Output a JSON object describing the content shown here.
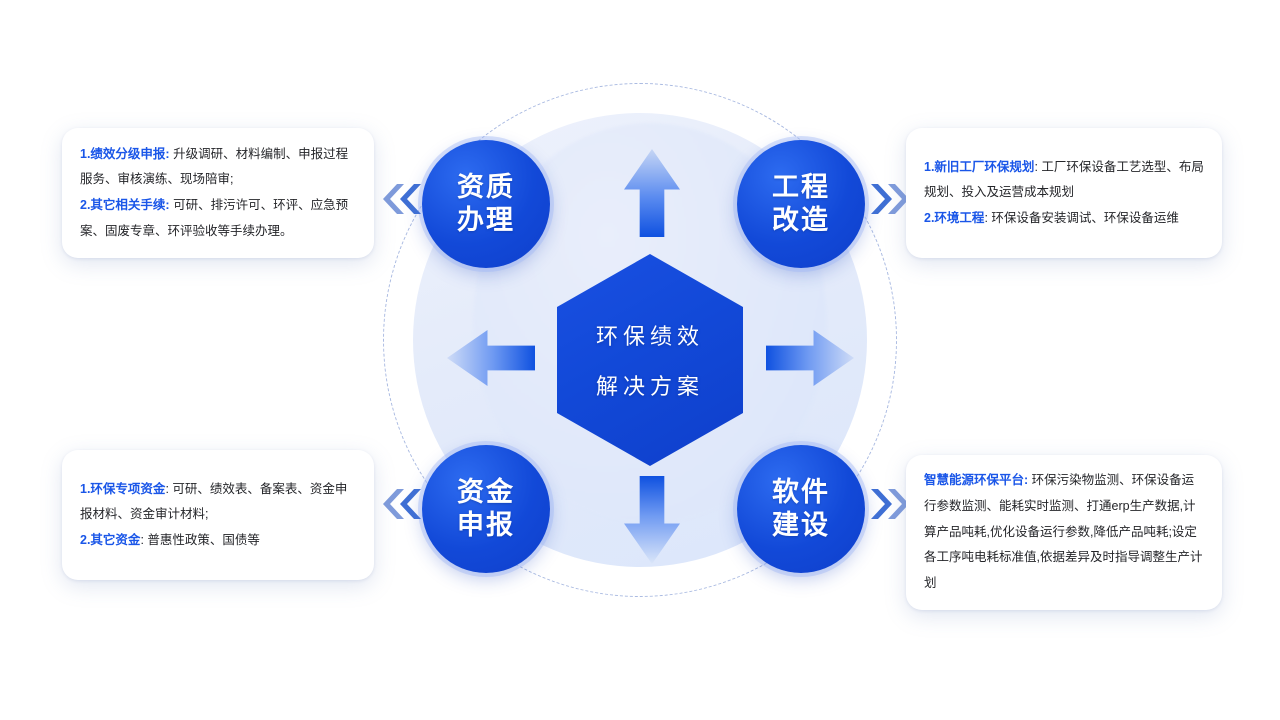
{
  "center": {
    "line1": "环保绩效",
    "line2": "解决方案"
  },
  "nodes": [
    {
      "id": "qualification",
      "line1": "资质",
      "line2": "办理"
    },
    {
      "id": "engineering",
      "line1": "工程",
      "line2": "改造"
    },
    {
      "id": "funding",
      "line1": "资金",
      "line2": "申报"
    },
    {
      "id": "software",
      "line1": "软件",
      "line2": "建设"
    }
  ],
  "cards": {
    "top_left": {
      "items": [
        {
          "label": "1.绩效分级申报:",
          "text": " 升级调研、材料编制、申报过程服务、审核演练、现场陪审;"
        },
        {
          "label": "2.其它相关手续:",
          "text": " 可研、排污许可、环评、应急预案、固废专章、环评验收等手续办理。"
        }
      ]
    },
    "bottom_left": {
      "items": [
        {
          "label": "1.环保专项资金",
          "text": ": 可研、绩效表、备案表、资金申报材料、资金审计材料;"
        },
        {
          "label": "2.其它资金",
          "text": ": 普惠性政策、国债等"
        }
      ]
    },
    "top_right": {
      "items": [
        {
          "label": "1.新旧工厂环保规划",
          "text": ": 工厂环保设备工艺选型、布局规划、投入及运营成本规划"
        },
        {
          "label": "2.环境工程",
          "text": ": 环保设备安装调试、环保设备运维"
        }
      ]
    },
    "bottom_right": {
      "items": [
        {
          "label": "智慧能源环保平台:",
          "text": " 环保污染物监测、环保设备运行参数监测、能耗实时监测、打通erp生产数据,计算产品吨耗,优化设备运行参数,降低产品吨耗;设定各工序吨电耗标准值,依据差异及时指导调整生产计划"
        }
      ]
    }
  },
  "arrows": {
    "up": "arrow-up",
    "down": "arrow-down",
    "left": "arrow-left",
    "right": "arrow-right"
  },
  "chevrons": {
    "left": "double-chevron-left",
    "right": "double-chevron-right"
  },
  "colors": {
    "primary_blue": "#1249d8",
    "accent_label": "#1a56e8",
    "ring_dashed": "#8ea4d8",
    "disc_fill": "#e4ebfa",
    "card_bg": "#ffffff",
    "body_text": "#242529",
    "page_bg": "#ffffff"
  }
}
